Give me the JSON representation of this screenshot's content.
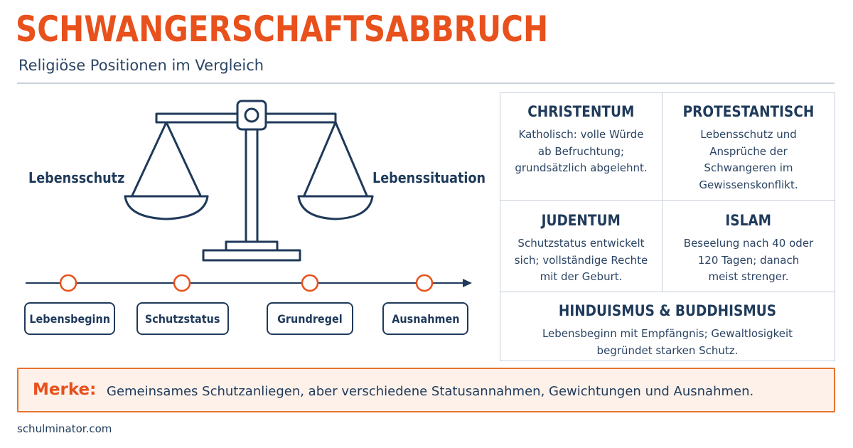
{
  "header": {
    "title": "SCHWANGERSCHAFTSABBRUCH",
    "subtitle": "Religiöse Positionen im Vergleich"
  },
  "scale": {
    "left_label": "Lebensschutz",
    "right_label": "Lebenssituation"
  },
  "timeline": {
    "steps": [
      "Lebensbeginn",
      "Schutzstatus",
      "Grundregel",
      "Ausnahmen"
    ]
  },
  "religions": [
    {
      "title": "CHRISTENTUM",
      "lines": [
        "Katholisch: volle Würde",
        "ab Befruchtung;",
        "grundsätzlich abgelehnt."
      ]
    },
    {
      "title": "PROTESTANTISCH",
      "lines": [
        "Lebensschutz und",
        "Ansprüche der",
        "Schwangeren im",
        "Gewissenskonflikt."
      ]
    },
    {
      "title": "JUDENTUM",
      "lines": [
        "Schutzstatus entwickelt",
        "sich; vollständige Rechte",
        "mit der Geburt."
      ]
    },
    {
      "title": "ISLAM",
      "lines": [
        "Beseelung nach 40 oder",
        "120 Tagen; danach",
        "meist strenger."
      ]
    },
    {
      "title": "HINDUISMUS & BUDDHISMUS",
      "lines": [
        "Lebensbeginn mit Empfängnis; Gewaltlosigkeit",
        "begründet starken Schutz."
      ]
    }
  ],
  "merke": {
    "label": "Merke:",
    "text": "Gemeinsames Schutzanliegen, aber verschiedene Statusannahmen, Gewichtungen und Ausnahmen."
  },
  "footer": {
    "text": "schulminator.com"
  },
  "colors": {
    "accent": "#e8501c",
    "navy": "#1f3a5a",
    "note_bg": "#fdf1ea"
  }
}
